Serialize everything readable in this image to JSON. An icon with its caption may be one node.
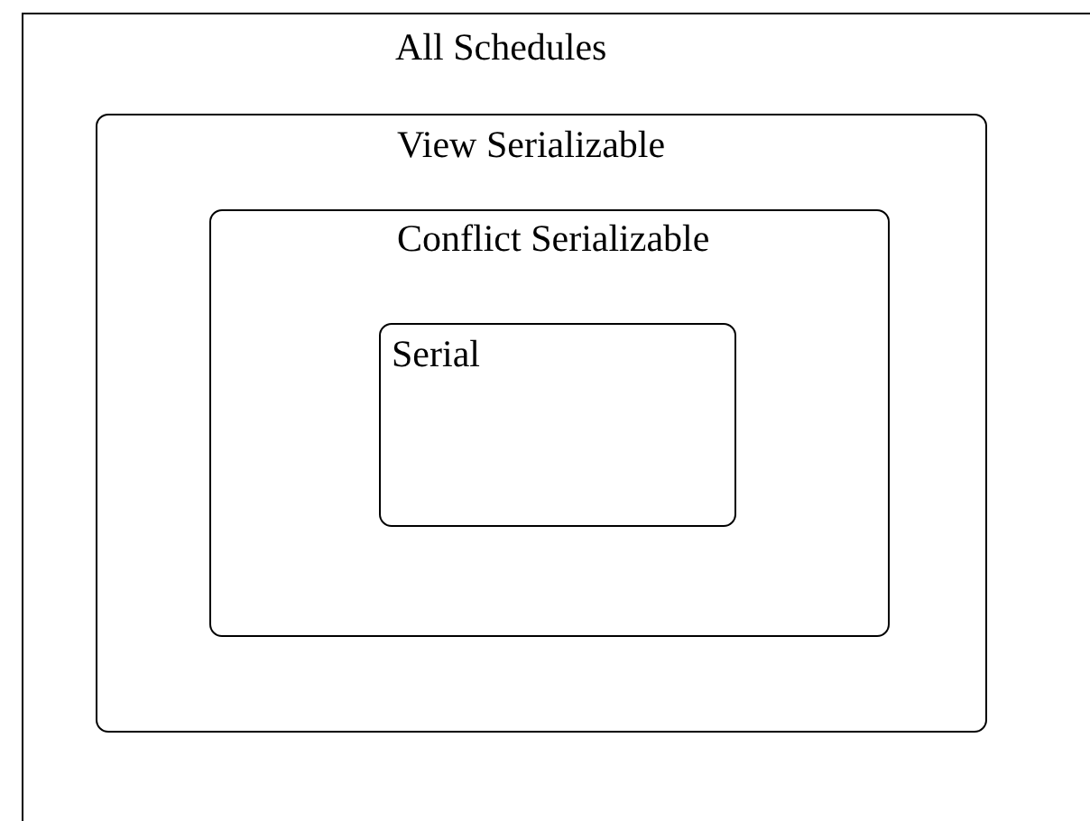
{
  "diagram": {
    "nodes": [
      {
        "text": [
          "All Schedules"
        ]
      },
      {
        "text": [
          "View Serializable"
        ],
        "in": 0
      },
      {
        "text": [
          "Conflict Serializable"
        ],
        "in": 1
      },
      {
        "text": [
          "Serial"
        ],
        "in": 2
      }
    ]
  }
}
